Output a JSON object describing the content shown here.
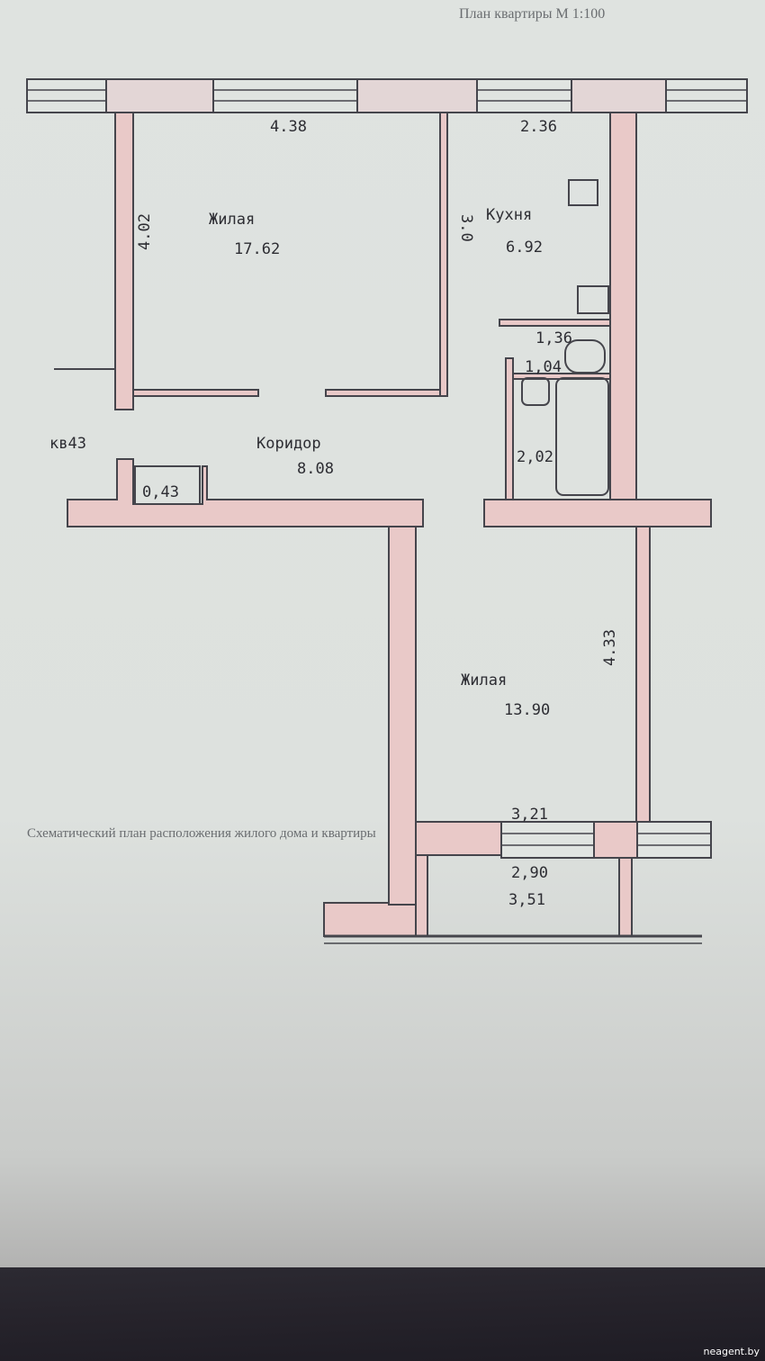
{
  "header": {
    "title": "План квартиры М 1:100"
  },
  "caption": "Схематический план расположения жилого дома и квартиры",
  "rooms": {
    "living1": {
      "name": "Жилая",
      "area": "17.62",
      "width": "4.38",
      "depth": "4.02"
    },
    "kitchen": {
      "name": "Кухня",
      "area": "6.92",
      "width": "2.36",
      "depth": "3.0"
    },
    "wc": {
      "area": "1,04",
      "width": "1,36"
    },
    "bath": {
      "area": "2,02"
    },
    "corridor": {
      "name": "Коридор",
      "area": "8.08"
    },
    "closet": {
      "area": "0,43"
    },
    "living2": {
      "name": "Жилая",
      "area": "13.90",
      "depth": "4.33",
      "width": "3,21"
    },
    "balcony": {
      "area": "3,51",
      "width": "2,90"
    }
  },
  "apartment_label": "кв43",
  "watermark": "neagent.by",
  "colors": {
    "wall": "#e9c9c8",
    "line": "#45454c",
    "paper": "#dfe3e0"
  }
}
